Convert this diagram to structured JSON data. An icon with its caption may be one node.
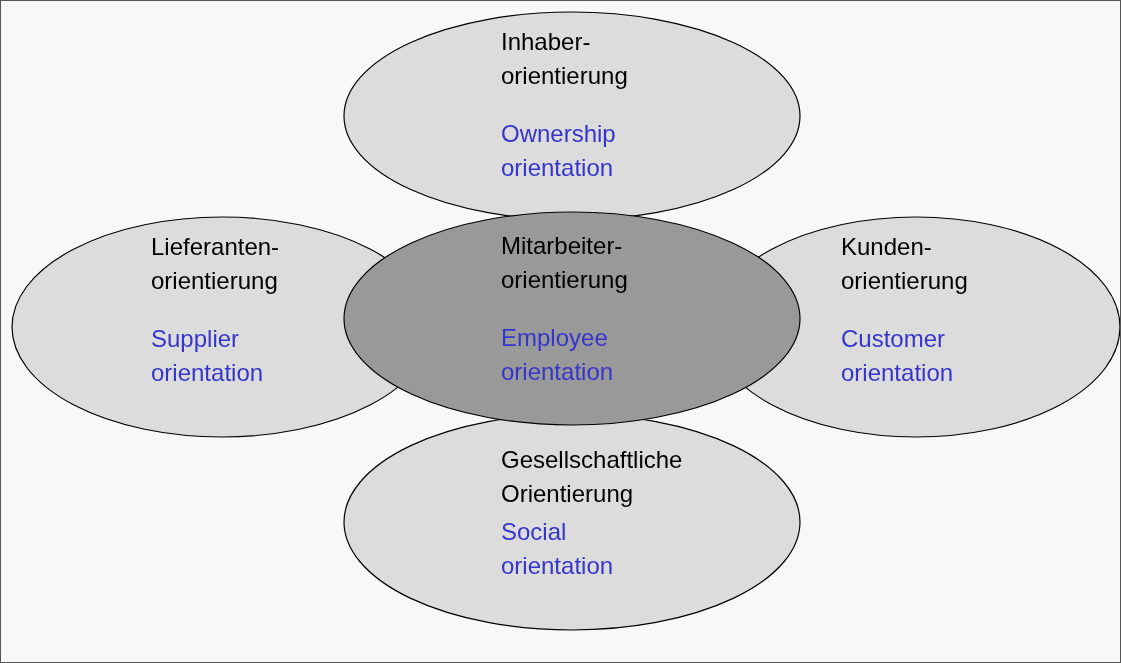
{
  "diagram": {
    "nodes": [
      {
        "text": [
          "Inhaber- orientierung",
          "Ownership orientation"
        ]
      },
      {
        "text": [
          "Lieferanten- orientierung",
          "Supplier orientation"
        ]
      },
      {
        "text": [
          "Mitarbeiter- orientierung",
          "Employee orientation"
        ]
      },
      {
        "text": [
          "Kunden- orientierung",
          "Customer orientation"
        ]
      },
      {
        "text": [
          "Gesellschaftliche Orientierung",
          "Social orientation"
        ]
      }
    ],
    "edges": []
  }
}
